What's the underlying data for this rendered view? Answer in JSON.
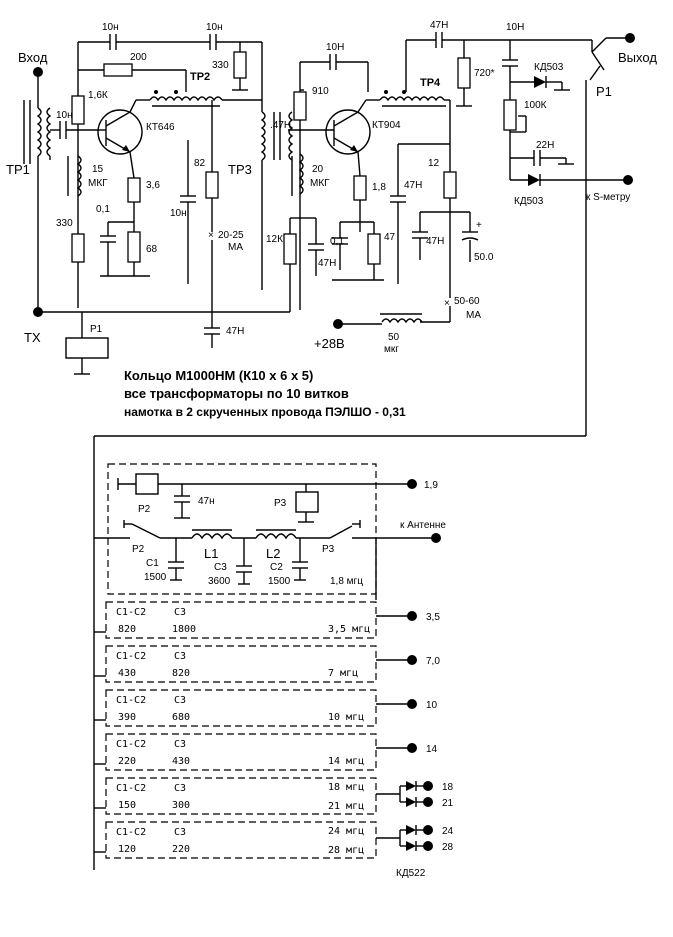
{
  "labels": {
    "input": "Вход",
    "output": "Выход",
    "tr1": "ТР1",
    "tr2": "ТР2",
    "tr3": "ТР3",
    "tr4": "ТР4",
    "q1": "КТ646",
    "q2": "КТ904",
    "c_in_top1": "10н",
    "c_in_top2": "10н",
    "r_200": "200",
    "r_1k6": "1,6К",
    "c_10n_in": "10н",
    "l_15": "15",
    "l_15_unit": "МКГ",
    "r_330_low": "330",
    "c_01_a": "0,1",
    "r_3_6": "3,6",
    "r_68": "68",
    "c_10n_mid": "10н",
    "r_82": "82",
    "r_330_top": "330",
    "current1": "20-25",
    "current1_unit": "МА",
    "c_47n_bottom": "47Н",
    "c_47_tr3": ".47Н",
    "r_910": "910",
    "c_10n_fb2": "10Н",
    "l_20": "20",
    "l_20_unit": "МКГ",
    "r_12k": "12К",
    "c_01_b": "0,1",
    "c_47n_b": "47Н",
    "r_1_8": "1,8",
    "r_47": "47",
    "c_47n_c": "47Н",
    "r_12": "12",
    "c_47n_d": "47Н",
    "c_50": "50.0",
    "current2": "50-60",
    "current2_unit": "МА",
    "plus_sign": "+",
    "l_50": "50",
    "l_50_unit": "мкг",
    "v28": "+28В",
    "c_47n_top": "47Н",
    "r_720": "720*",
    "c_10n_top": "10Н",
    "d_kd503_a": "КД503",
    "r_100k": "100К",
    "c_22n": "22Н",
    "d_kd503_b": "КД503",
    "s_meter": "к S-метру",
    "p1": "Р1",
    "p1_b": "Р1",
    "tx": "ТХ"
  },
  "notes": {
    "line1": "Кольцо М1000НМ (К10 х 6 х 5)",
    "line2": "все трансформаторы по 10 витков",
    "line3": "намотка в 2 скрученных провода ПЭЛШО - 0,31"
  },
  "filter": {
    "p2": "Р2",
    "p2_b": "Р2",
    "p3": "Р3",
    "p3_b": "Р3",
    "c_47n": "47н",
    "l1": "L1",
    "l2": "L2",
    "c1": "C1",
    "c2": "C2",
    "c3": "C3",
    "c1_val": "1500",
    "c3_val": "3600",
    "c2_val": "1500",
    "band_top": "1,8 мгц",
    "top_terminal": "1,9",
    "antenna": "к Антенне",
    "col_head1": "C1-C2",
    "col_head2": "C3",
    "diode_label": "КД522",
    "rows": [
      {
        "c12": "820",
        "c3": "1800",
        "band": "3,5 мгц",
        "terms": [
          "3,5"
        ]
      },
      {
        "c12": "430",
        "c3": "820",
        "band": "7 мгц",
        "terms": [
          "7,0"
        ]
      },
      {
        "c12": "390",
        "c3": "680",
        "band": "10 мгц",
        "terms": [
          "10"
        ]
      },
      {
        "c12": "220",
        "c3": "430",
        "band": "14 мгц",
        "terms": [
          "14"
        ]
      },
      {
        "c12": "150",
        "c3": "300",
        "band": "18 мгц",
        "band2": "21 мгц",
        "terms": [
          "18",
          "21"
        ]
      },
      {
        "c12": "120",
        "c3": "220",
        "band": "24 мгц",
        "band2": "28 мгц",
        "terms": [
          "24",
          "28"
        ]
      }
    ]
  }
}
